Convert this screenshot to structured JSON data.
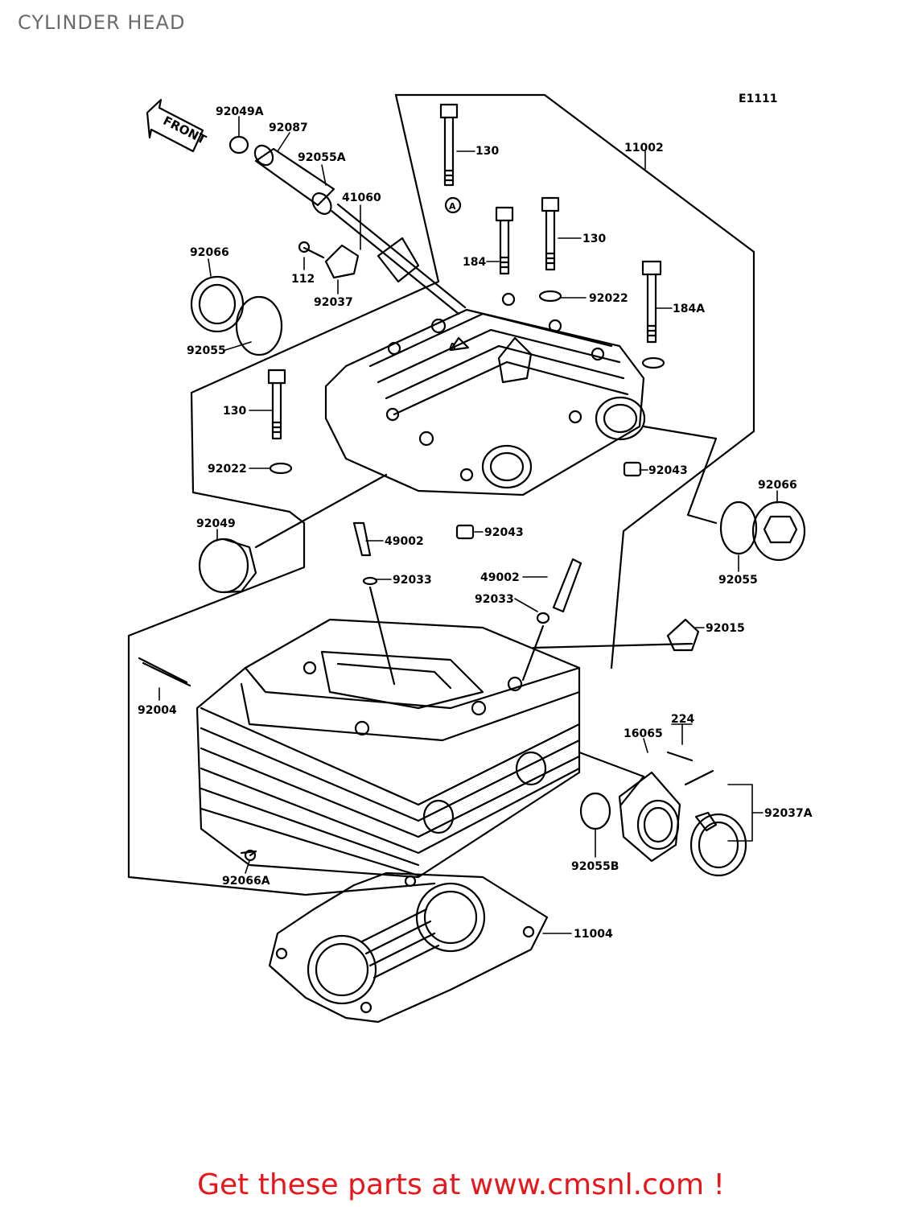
{
  "page": {
    "title": "CYLINDER HEAD",
    "diagram_code": "E1111",
    "footer_link": "Get these parts at www.cmsnl.com !"
  },
  "diagram": {
    "front_marker": "FRONT",
    "ref_marker": "A",
    "part_labels": {
      "p92049A": "92049A",
      "p92087": "92087",
      "p92055A": "92055A",
      "p41060": "41060",
      "p92066_left": "92066",
      "p112": "112",
      "p92037": "92037",
      "p92055_left": "92055",
      "p130_top": "130",
      "p11002": "11002",
      "p184": "184",
      "p130_mid": "130",
      "p92022_top": "92022",
      "p184A": "184A",
      "p130_left": "130",
      "p92022_left": "92022",
      "p92043_top": "92043",
      "p92049": "92049",
      "p92043_low": "92043",
      "p92066_right": "92066",
      "p92055_right": "92055",
      "p49002_left": "49002",
      "p92033_left": "92033",
      "p49002_right": "49002",
      "p92033_right": "92033",
      "p92015": "92015",
      "p92004": "92004",
      "p224": "224",
      "p16065": "16065",
      "p92037A": "92037A",
      "p92055B": "92055B",
      "p92066A": "92066A",
      "p11004": "11004"
    }
  },
  "colors": {
    "link": "#e8161b",
    "title": "#6b6b6b",
    "line": "#000000"
  }
}
